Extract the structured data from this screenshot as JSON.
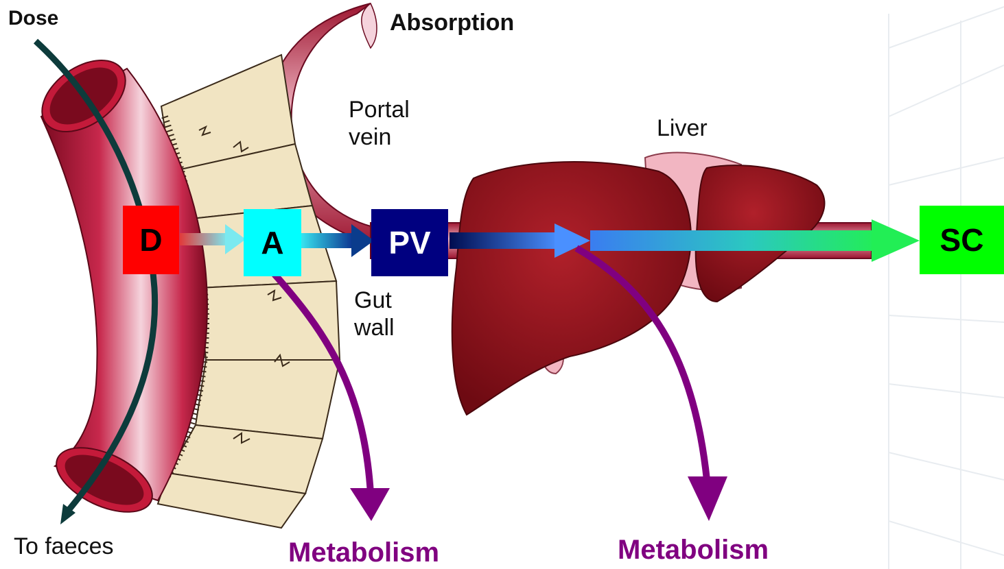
{
  "labels": {
    "dose": "Dose",
    "absorption": "Absorption",
    "portal_vein_line1": "Portal",
    "portal_vein_line2": "vein",
    "liver": "Liver",
    "gut_wall_line1": "Gut",
    "gut_wall_line2": "wall",
    "to_faeces": "To faeces",
    "metabolism_gut": "Metabolism",
    "metabolism_liver": "Metabolism"
  },
  "boxes": {
    "d": {
      "text": "D",
      "color": "#ff0000",
      "text_color": "#000000"
    },
    "a": {
      "text": "A",
      "color": "#00ffff",
      "text_color": "#000000"
    },
    "pv": {
      "text": "PV",
      "color": "#000080",
      "text_color": "#ffffff"
    },
    "sc": {
      "text": "SC",
      "color": "#00ff00",
      "text_color": "#000000"
    }
  },
  "colors": {
    "metabolism_arrow": "#800080",
    "gut_tube": "#b3123a",
    "liver": "#8b0f18",
    "gut_wall": "#f1e4c2",
    "dose_path": "#0d3b3b"
  }
}
